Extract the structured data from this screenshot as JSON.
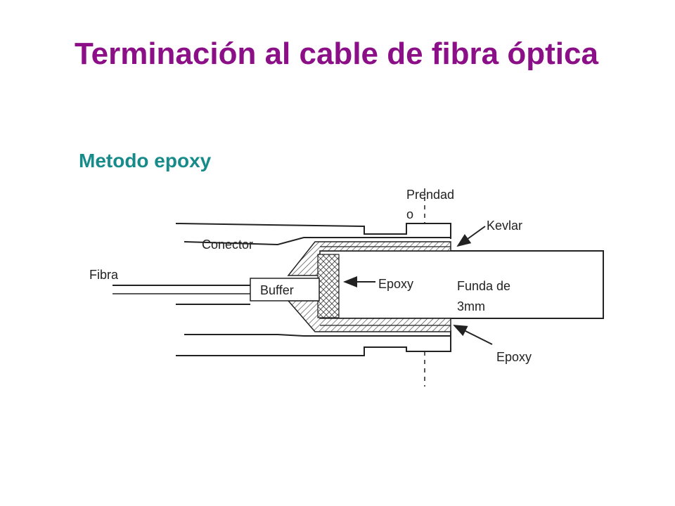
{
  "title": "Terminación al cable de fibra óptica",
  "subtitle": "Metodo epoxy",
  "labels": {
    "prendado_line1": "Prendad",
    "prendado_line2": "o",
    "kevlar": "Kevlar",
    "conector": "Conector",
    "fibra": "Fibra",
    "buffer": "Buffer",
    "epoxy_inner": "Epoxy",
    "funda_line1": "Funda de",
    "funda_line2": "3mm",
    "epoxy_outer": "Epoxy"
  },
  "colors": {
    "title": "#8B0F86",
    "subtitle": "#178A8A",
    "lines": "#222222"
  }
}
